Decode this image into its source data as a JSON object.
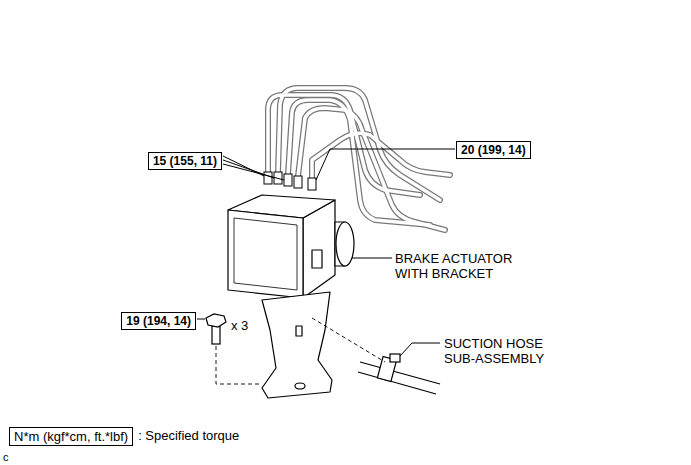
{
  "diagram": {
    "nodes": [
      {
        "text": [
          "15 (155, 11)"
        ]
      },
      {
        "text": [
          "20 (199, 14)"
        ]
      },
      {
        "text": [
          "19 (194, 14)"
        ]
      },
      {
        "text": [
          "N*m (kgf*cm, ft.*lbf)"
        ]
      }
    ],
    "labels": [
      "BRAKE ACTUATOR WITH BRACKET",
      "x 3",
      "SUCTION HOSE SUB-ASSEMBLY",
      ": Specified torque",
      "c"
    ]
  }
}
